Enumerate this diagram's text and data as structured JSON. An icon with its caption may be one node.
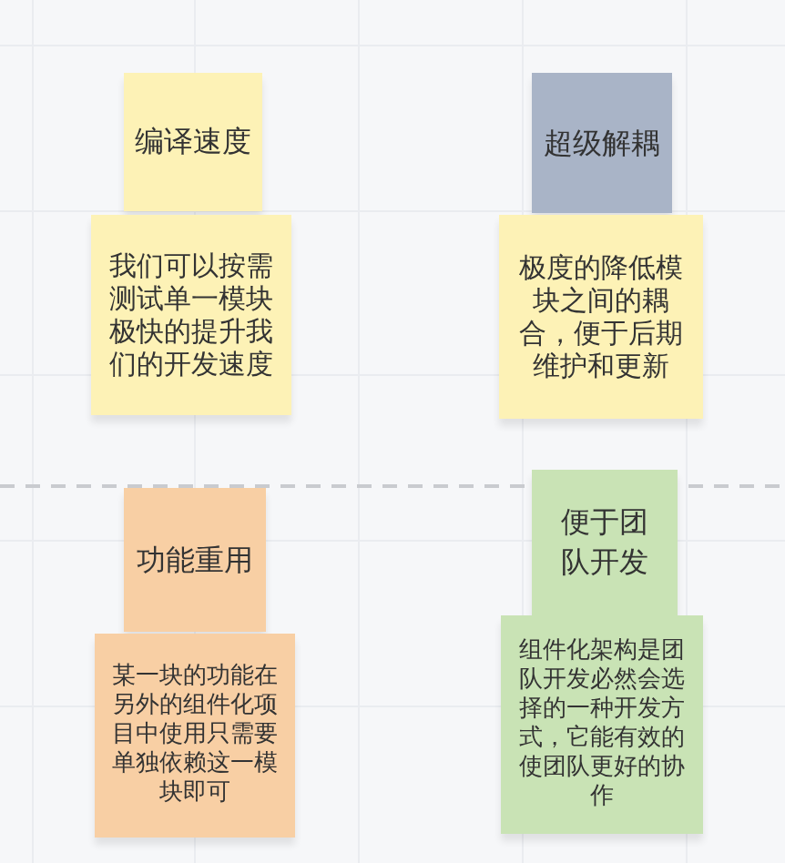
{
  "diagram": {
    "nodes": [
      {
        "text": [
          "编译速度"
        ]
      },
      {
        "text": [
          "我们可以按需测试单一模块极快的提升我们的开发速度"
        ]
      },
      {
        "text": [
          "超级解耦"
        ]
      },
      {
        "text": [
          "极度的降低模块之间的耦合，便于后期维护和更新"
        ]
      },
      {
        "text": [
          "功能重用"
        ]
      },
      {
        "text": [
          "某一块的功能在另外的组件化项目中使用只需要单独依赖这一模块即可"
        ]
      },
      {
        "text": [
          "便于团队开发"
        ]
      },
      {
        "text": [
          "组件化架构是团队开发必然会选择的一种开发方式，它能有效的使团队更好的协作"
        ]
      }
    ]
  }
}
